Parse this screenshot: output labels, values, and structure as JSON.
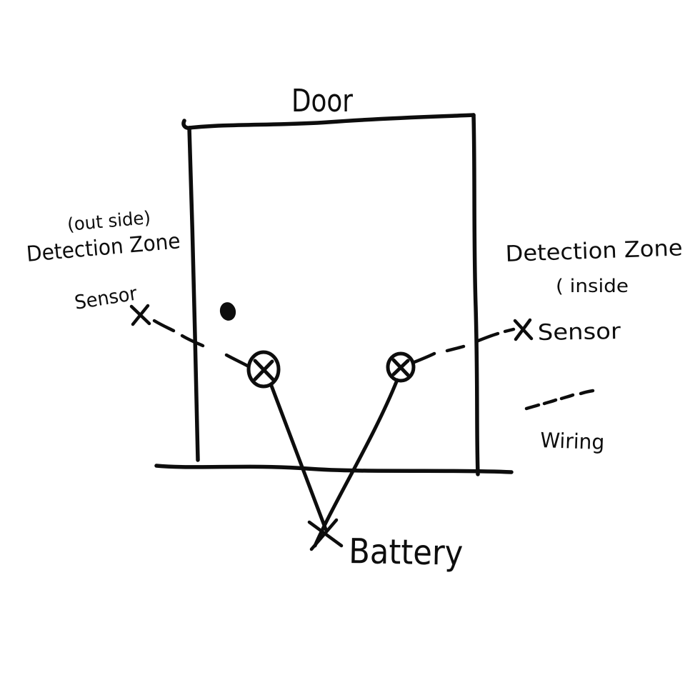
{
  "page": {
    "background_color": "#ffffff",
    "ink_color": "#0d0d0d"
  },
  "diagram": {
    "door_label": "Door",
    "outside_zone": {
      "line1": "(out side)",
      "line2": "Detection Zone"
    },
    "outside_sensor_label": "Sensor",
    "inside_zone": {
      "line1": "Detection Zone",
      "line2": "( inside"
    },
    "inside_sensor_label": "Sensor",
    "wiring_label": "Wiring",
    "battery_label": "Battery",
    "symbols": {
      "sensor_marker": "circled-x-icon",
      "battery_marker": "x-mark-icon",
      "pointer_marker": "x-mark-icon",
      "wiring_marker": "dashed-line",
      "door_knob": "filled-dot"
    }
  }
}
